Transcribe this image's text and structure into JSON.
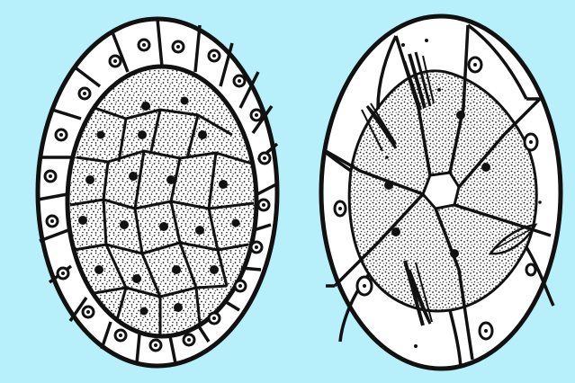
{
  "colors": {
    "background": "#b7f0fb",
    "ink": "#111111",
    "cell": "#ffffff",
    "stipple": "#1c1c1c"
  },
  "figures": [
    {
      "name": "left-cell-cluster",
      "outer_ring_cells": 22,
      "inner_cells": 22
    },
    {
      "name": "right-cell-cluster",
      "outer_ring_cells": 9,
      "inner_cells": 8
    }
  ]
}
